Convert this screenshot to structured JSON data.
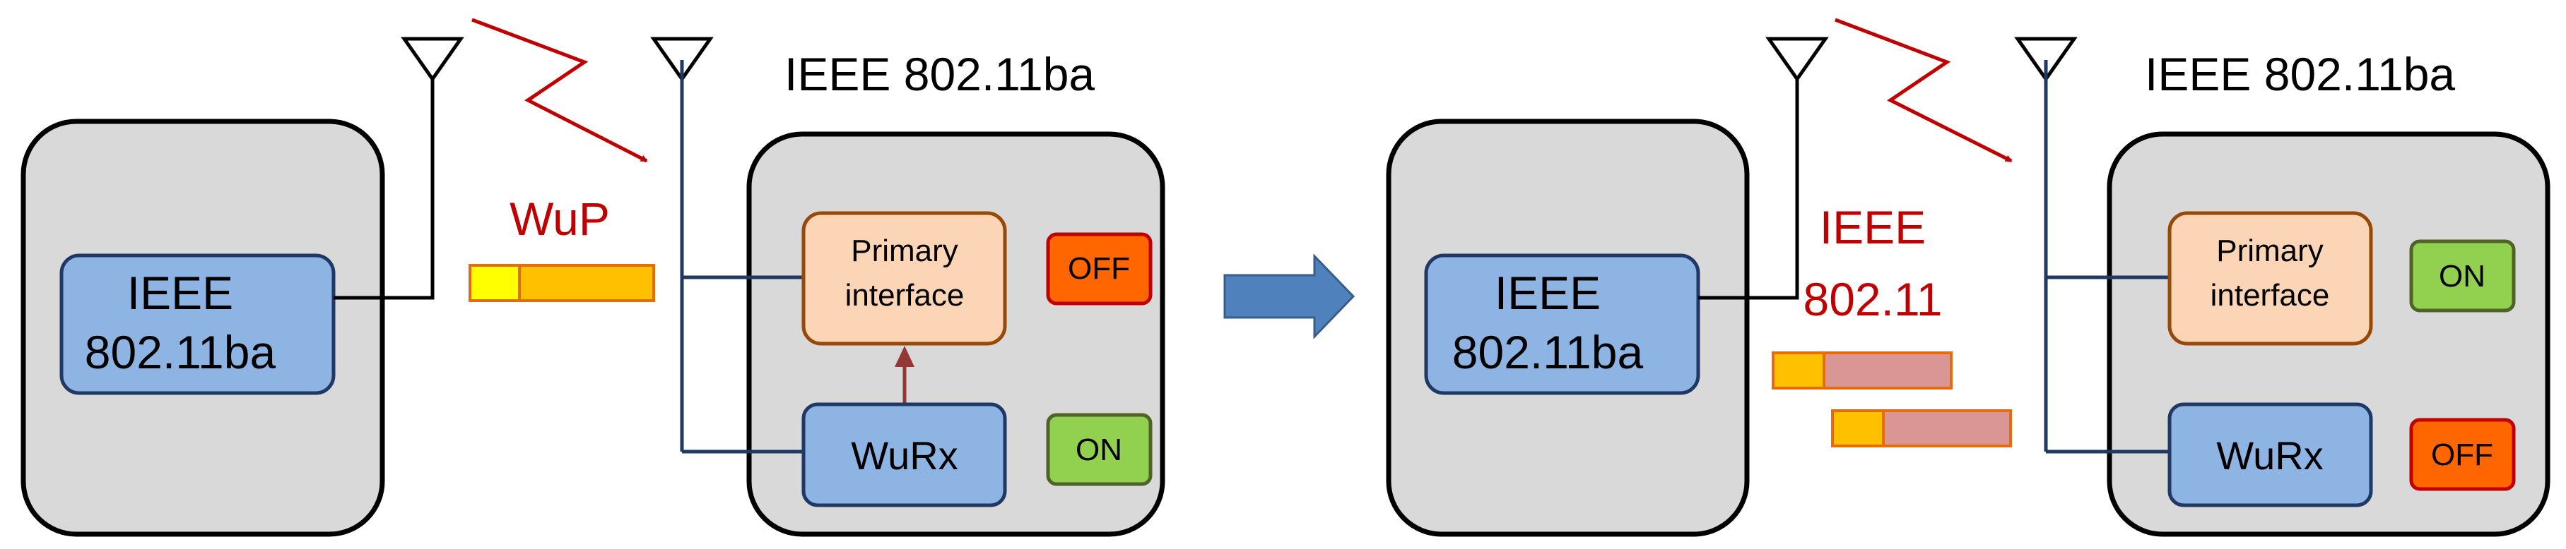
{
  "colors": {
    "device_fill": "#d9d9d9",
    "device_stroke": "#000000",
    "ieee_fill": "#8eb4e3",
    "ieee_stroke": "#1f3864",
    "primary_fill": "#fbd5b5",
    "primary_stroke": "#984807",
    "on_fill": "#92d050",
    "on_stroke": "#4f6228",
    "off_fill": "#ff6600",
    "off_stroke": "#c00000",
    "signal_red": "#c00000",
    "wup_frame_body": "#ffc000",
    "wup_frame_head": "#ffff00",
    "ieee_frame_body": "#d99694",
    "ieee_frame_head": "#ffc000",
    "transition_arrow": "#4f81bd",
    "wakeup_arrow": "#953735"
  },
  "left_scene": {
    "sender_label_line1": "IEEE",
    "sender_label_line2": "802.11ba",
    "receiver_title": "IEEE 802.11ba",
    "signal_label": "WuP",
    "primary_label_line1": "Primary",
    "primary_label_line2": "interface",
    "primary_state": "OFF",
    "wurx_label": "WuRx",
    "wurx_state": "ON"
  },
  "right_scene": {
    "sender_label_line1": "IEEE",
    "sender_label_line2": "802.11ba",
    "receiver_title": "IEEE 802.11ba",
    "signal_label_line1": "IEEE",
    "signal_label_line2": "802.11",
    "primary_label_line1": "Primary",
    "primary_label_line2": "interface",
    "primary_state": "ON",
    "wurx_label": "WuRx",
    "wurx_state": "OFF"
  }
}
